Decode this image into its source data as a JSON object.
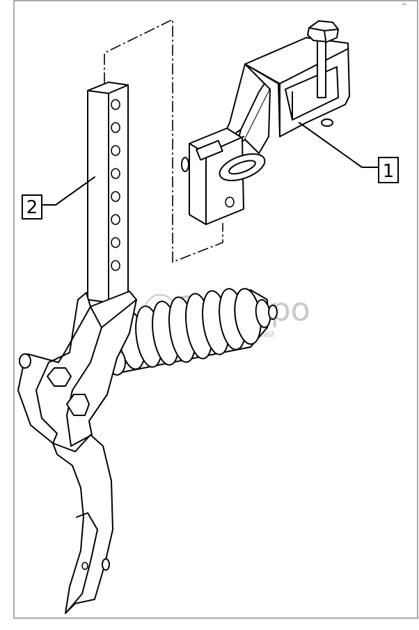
{
  "callouts": [
    {
      "number": "1"
    },
    {
      "number": "2"
    }
  ],
  "watermark": {
    "logo_text": "белагро",
    "tagline": "группа компаний"
  },
  "corner_mark": "⌐"
}
